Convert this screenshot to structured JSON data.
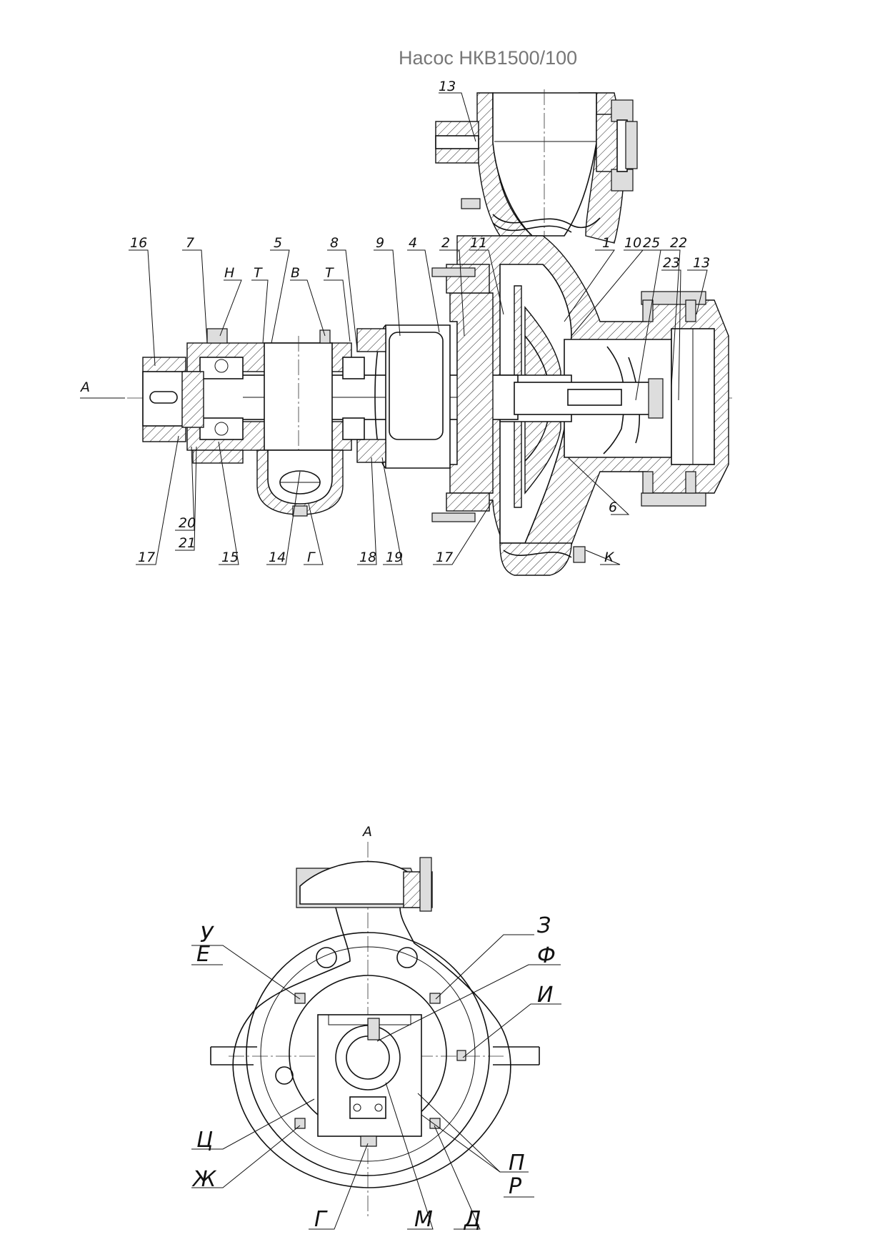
{
  "title": "Насос НКВ1500/100",
  "section_label": "А",
  "view_label": "А",
  "callouts_top": [
    {
      "id": "c13a",
      "text": "13"
    },
    {
      "id": "c16",
      "text": "16"
    },
    {
      "id": "c7",
      "text": "7"
    },
    {
      "id": "cN",
      "text": "Н"
    },
    {
      "id": "cT1",
      "text": "Т"
    },
    {
      "id": "c5",
      "text": "5"
    },
    {
      "id": "cV",
      "text": "В"
    },
    {
      "id": "cT2",
      "text": "Т"
    },
    {
      "id": "c8",
      "text": "8"
    },
    {
      "id": "c9",
      "text": "9"
    },
    {
      "id": "c4",
      "text": "4"
    },
    {
      "id": "c2",
      "text": "2"
    },
    {
      "id": "c11",
      "text": "11"
    },
    {
      "id": "c1",
      "text": "1"
    },
    {
      "id": "c10",
      "text": "10"
    },
    {
      "id": "c25",
      "text": "25"
    },
    {
      "id": "c22",
      "text": "22"
    },
    {
      "id": "c23",
      "text": "23"
    },
    {
      "id": "c13b",
      "text": "13"
    },
    {
      "id": "c6",
      "text": "6"
    },
    {
      "id": "cK",
      "text": "К"
    },
    {
      "id": "c17a",
      "text": "17"
    },
    {
      "id": "c20",
      "text": "20"
    },
    {
      "id": "c21",
      "text": "21"
    },
    {
      "id": "c15",
      "text": "15"
    },
    {
      "id": "c14",
      "text": "14"
    },
    {
      "id": "cG1",
      "text": "Г"
    },
    {
      "id": "c18",
      "text": "18"
    },
    {
      "id": "c19",
      "text": "19"
    },
    {
      "id": "c17b",
      "text": "17"
    }
  ],
  "callouts_bottom": [
    {
      "id": "bU",
      "text": "У"
    },
    {
      "id": "bE",
      "text": "Е"
    },
    {
      "id": "bZ",
      "text": "З"
    },
    {
      "id": "bF",
      "text": "Ф"
    },
    {
      "id": "bI",
      "text": "И"
    },
    {
      "id": "bTs",
      "text": "Ц"
    },
    {
      "id": "bZh",
      "text": "Ж"
    },
    {
      "id": "bP",
      "text": "П"
    },
    {
      "id": "bR",
      "text": "Р"
    },
    {
      "id": "bG",
      "text": "Г"
    },
    {
      "id": "bM",
      "text": "М"
    },
    {
      "id": "bD",
      "text": "Д"
    }
  ]
}
